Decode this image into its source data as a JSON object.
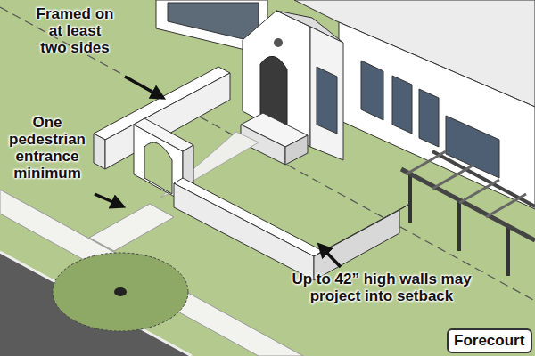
{
  "diagram": {
    "nodes": [
      {
        "text": [
          "Forecourt"
        ]
      }
    ],
    "labels": [
      "Framed on at least two sides",
      "One pedestrian entrance minimum",
      "Up to 42” high walls may project into setback"
    ]
  }
}
